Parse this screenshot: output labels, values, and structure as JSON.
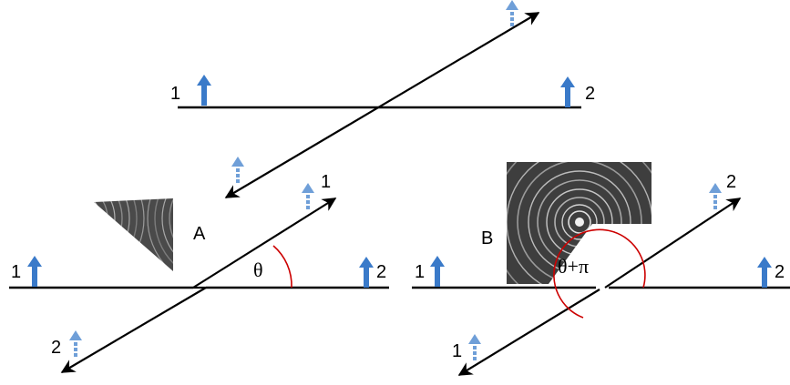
{
  "diagram": {
    "top": {
      "label_left": "1",
      "label_right": "2"
    },
    "panel_a": {
      "letter": "A",
      "angle_label": "θ",
      "label_left": "1",
      "label_right": "2",
      "arrow_tip_label": "1",
      "arrow_tail_label": "2"
    },
    "panel_b": {
      "letter": "B",
      "angle_label": "θ+π",
      "label_left": "1",
      "label_right": "2",
      "arrow_tip_label": "2",
      "arrow_tail_label": "1"
    },
    "colors": {
      "line": "#000000",
      "up_arrow": "#3a7ac9",
      "angle_arc": "#cc0000",
      "texture_dark": "#3c3c3c",
      "texture_light": "#b8b8b8"
    },
    "icons": {
      "solid_up_arrow": "up-arrow-icon",
      "dashed_up_arrow": "dashed-up-arrow-icon",
      "texture_swatch": "concentric-circles-texture"
    }
  }
}
